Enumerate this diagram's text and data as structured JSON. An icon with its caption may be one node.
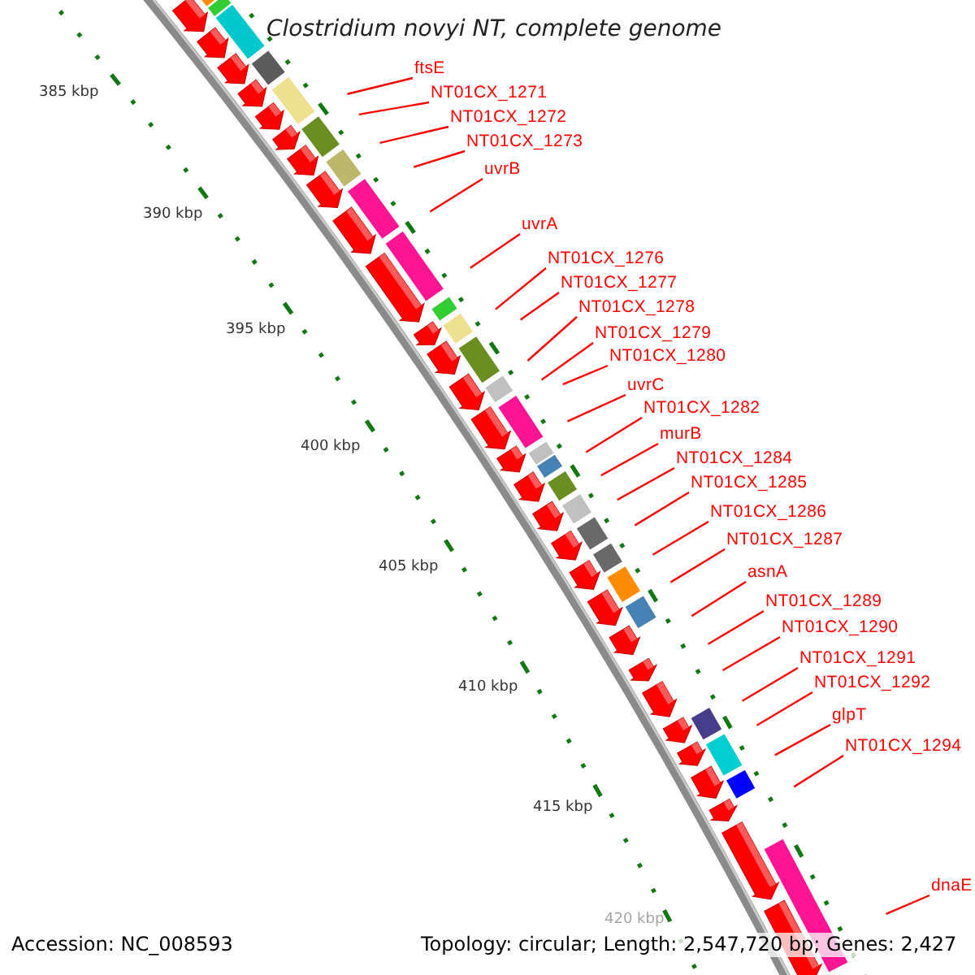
{
  "diagram": {
    "title": "Clostridium novyi NT, complete genome",
    "nodes": [
      {
        "text": [
          "ftsE"
        ]
      },
      {
        "text": [
          "NT01CX_1271"
        ]
      },
      {
        "text": [
          "NT01CX_1272"
        ]
      },
      {
        "text": [
          "NT01CX_1273"
        ]
      },
      {
        "text": [
          "uvrB"
        ]
      },
      {
        "text": [
          "uvrA"
        ]
      },
      {
        "text": [
          "NT01CX_1276"
        ]
      },
      {
        "text": [
          "NT01CX_1277"
        ]
      },
      {
        "text": [
          "NT01CX_1278"
        ]
      },
      {
        "text": [
          "NT01CX_1279"
        ]
      },
      {
        "text": [
          "NT01CX_1280"
        ]
      },
      {
        "text": [
          "uvrC"
        ]
      },
      {
        "text": [
          "NT01CX_1282"
        ]
      },
      {
        "text": [
          "murB"
        ]
      },
      {
        "text": [
          "NT01CX_1284"
        ]
      },
      {
        "text": [
          "NT01CX_1285"
        ]
      },
      {
        "text": [
          "NT01CX_1286"
        ]
      },
      {
        "text": [
          "NT01CX_1287"
        ]
      },
      {
        "text": [
          "asnA"
        ]
      },
      {
        "text": [
          "NT01CX_1289"
        ]
      },
      {
        "text": [
          "NT01CX_1290"
        ]
      },
      {
        "text": [
          "NT01CX_1291"
        ]
      },
      {
        "text": [
          "NT01CX_1292"
        ]
      },
      {
        "text": [
          "glpT"
        ]
      },
      {
        "text": [
          "NT01CX_1294"
        ]
      },
      {
        "text": [
          "dnaE"
        ]
      }
    ],
    "edges": [
      {
        "from": 0,
        "to": null,
        "arrow": "none"
      },
      {
        "from": 1,
        "to": null,
        "arrow": "none"
      },
      {
        "from": 2,
        "to": null,
        "arrow": "none"
      },
      {
        "from": 3,
        "to": null,
        "arrow": "none"
      },
      {
        "from": 4,
        "to": null,
        "arrow": "none"
      },
      {
        "from": 5,
        "to": null,
        "arrow": "none"
      },
      {
        "from": 6,
        "to": null,
        "arrow": "none"
      },
      {
        "from": 7,
        "to": null,
        "arrow": "none"
      },
      {
        "from": 8,
        "to": null,
        "arrow": "none"
      },
      {
        "from": 9,
        "to": null,
        "arrow": "none"
      },
      {
        "from": 10,
        "to": null,
        "arrow": "none"
      },
      {
        "from": 11,
        "to": null,
        "arrow": "none"
      },
      {
        "from": 12,
        "to": null,
        "arrow": "none"
      },
      {
        "from": 13,
        "to": null,
        "arrow": "none"
      },
      {
        "from": 14,
        "to": null,
        "arrow": "none"
      },
      {
        "from": 15,
        "to": null,
        "arrow": "none"
      },
      {
        "from": 16,
        "to": null,
        "arrow": "none"
      },
      {
        "from": 17,
        "to": null,
        "arrow": "none"
      },
      {
        "from": 18,
        "to": null,
        "arrow": "none"
      },
      {
        "from": 19,
        "to": null,
        "arrow": "none"
      },
      {
        "from": 20,
        "to": null,
        "arrow": "none"
      },
      {
        "from": 21,
        "to": null,
        "arrow": "none"
      },
      {
        "from": 22,
        "to": null,
        "arrow": "none"
      },
      {
        "from": 23,
        "to": null,
        "arrow": "none"
      },
      {
        "from": 24,
        "to": null,
        "arrow": "none"
      },
      {
        "from": 25,
        "to": null,
        "arrow": "none"
      }
    ],
    "labels": [
      "385 kbp",
      "390 kbp",
      "395 kbp",
      "400 kbp",
      "405 kbp",
      "410 kbp",
      "415 kbp",
      "420 kbp",
      "Accession: NC_008593",
      "Topology: circular; Length: 2,547,720 bp; Genes: 2,427"
    ]
  }
}
